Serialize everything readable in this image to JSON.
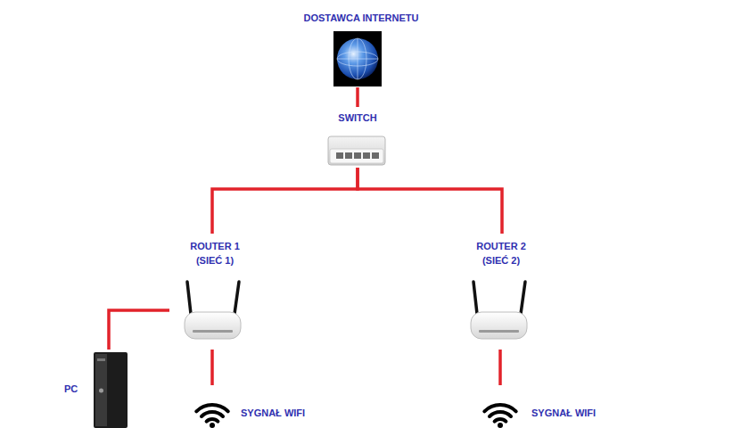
{
  "diagram": {
    "nodes": [
      {
        "text": [
          "DOSTAWCA INTERNETU"
        ]
      },
      {
        "text": [
          "SWITCH"
        ]
      },
      {
        "text": [
          "ROUTER 1 (SIEĆ 1)"
        ]
      },
      {
        "text": [
          "ROUTER 2 (SIEĆ 2)"
        ]
      },
      {
        "text": [
          "PC"
        ]
      },
      {
        "text": [
          "SYGNAŁ WIFI"
        ]
      },
      {
        "text": [
          "SYGNAŁ WIFI"
        ]
      }
    ],
    "edges": [
      {
        "from": 0,
        "to": 1,
        "arrow": "none"
      },
      {
        "from": 1,
        "to": 2,
        "arrow": "none"
      },
      {
        "from": 1,
        "to": 3,
        "arrow": "none"
      },
      {
        "from": 2,
        "to": 4,
        "arrow": "none"
      },
      {
        "from": 2,
        "to": 5,
        "arrow": "none"
      },
      {
        "from": 3,
        "to": 6,
        "arrow": "none"
      }
    ]
  }
}
